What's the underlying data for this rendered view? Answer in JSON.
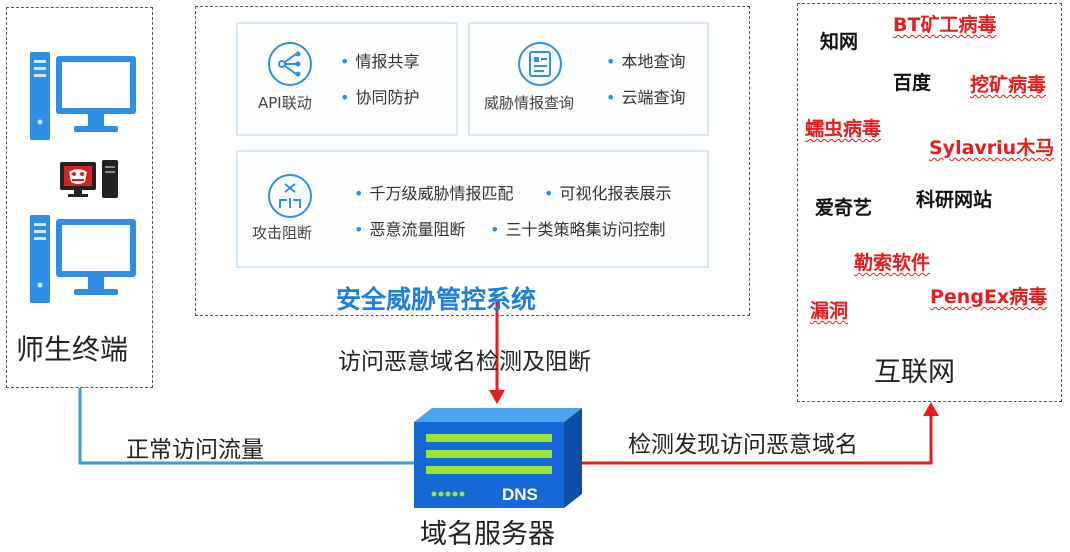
{
  "terminal": {
    "label": "师生终端"
  },
  "system": {
    "title": "安全威胁管控系统",
    "cards": [
      {
        "name": "API联动",
        "icon": "api-share-icon",
        "items": [
          "情报共享",
          "协同防护"
        ]
      },
      {
        "name": "威胁情报查询",
        "icon": "document-search-icon",
        "items": [
          "本地查询",
          "云端查询"
        ]
      },
      {
        "name": "攻击阻断",
        "icon": "block-icon",
        "items": [
          "千万级威胁情报匹配",
          "可视化报表展示",
          "恶意流量阻断",
          "三十类策略集访问控制"
        ]
      }
    ]
  },
  "internet": {
    "label": "互联网",
    "sites": [
      {
        "text": "BT矿工病毒",
        "color": "#e81c1c"
      },
      {
        "text": "知网",
        "color": "#111111"
      },
      {
        "text": "百度",
        "color": "#111111"
      },
      {
        "text": "挖矿病毒",
        "color": "#e81c1c"
      },
      {
        "text": "蠕虫病毒",
        "color": "#e81c1c"
      },
      {
        "text": "Sylavriu木马",
        "color": "#e81c1c"
      },
      {
        "text": "爱奇艺",
        "color": "#111111"
      },
      {
        "text": "科研网站",
        "color": "#111111"
      },
      {
        "text": "勒索软件",
        "color": "#e81c1c"
      },
      {
        "text": "漏洞",
        "color": "#e81c1c"
      },
      {
        "text": "PengEx病毒",
        "color": "#e81c1c"
      }
    ]
  },
  "flows": {
    "detect_block": "访问恶意域名检测及阻断",
    "normal": "正常访问流量",
    "found": "检测发现访问恶意域名"
  },
  "dns": {
    "badge": "DNS",
    "label": "域名服务器"
  },
  "colors": {
    "accent": "#2f8ee6",
    "danger": "#e81c1c",
    "normal_line": "#3d9bd1",
    "system_title": "#1f7fe0"
  }
}
